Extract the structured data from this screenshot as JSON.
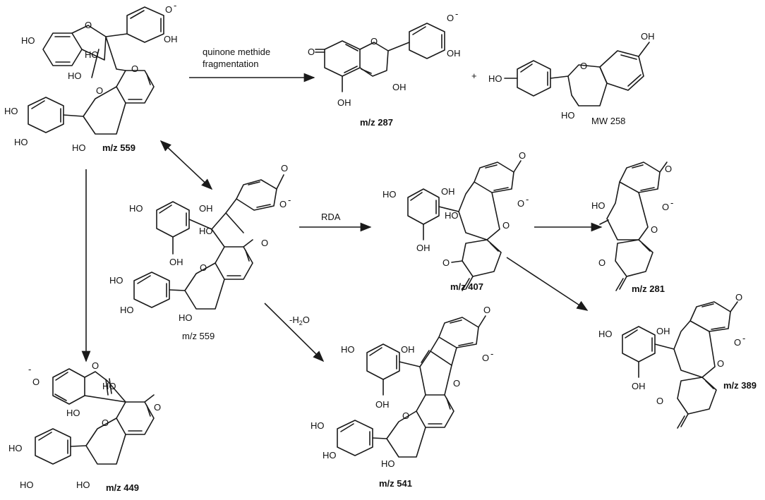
{
  "reactions": {
    "quinone_methide": "quinone methide",
    "fragmentation": "fragmentation",
    "rda": "RDA",
    "dehydration_prefix": "-H",
    "dehydration_sub": "2",
    "dehydration_suffix": "O",
    "plus": "+"
  },
  "compounds": {
    "top_left": "m/z 559",
    "center": "m/z 559",
    "mz287": "m/z 287",
    "mw258": "MW 258",
    "mz407": "m/z 407",
    "mz281": "m/z 281",
    "mz389": "m/z 389",
    "mz449": "m/z 449",
    "mz541": "m/z 541"
  },
  "atoms": {
    "oh": "HO",
    "oh_right": "OH",
    "o": "O",
    "o_minus": "O",
    "minus": "-"
  }
}
